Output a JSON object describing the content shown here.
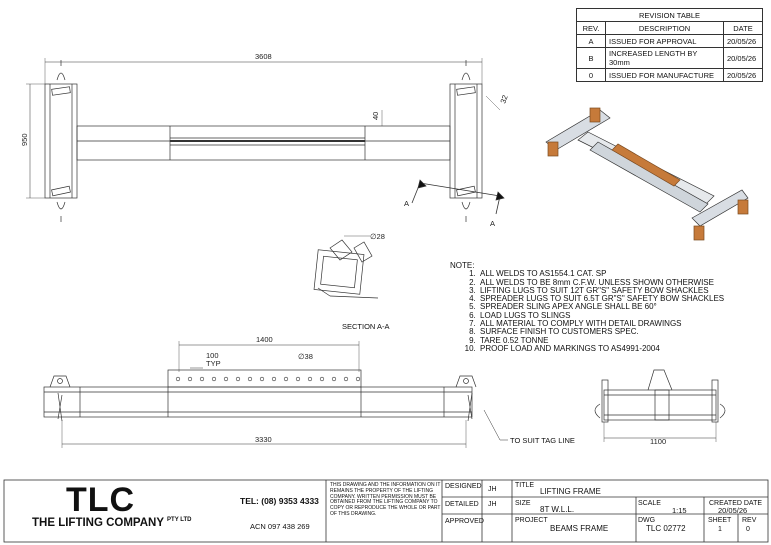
{
  "revision_table": {
    "title": "REVISION TABLE",
    "headers": [
      "REV.",
      "DESCRIPTION",
      "DATE"
    ],
    "rows": [
      {
        "rev": "A",
        "description": "ISSUED FOR APPROVAL",
        "date": "20/05/26"
      },
      {
        "rev": "B",
        "description": "INCREASED LENGTH BY 30mm",
        "date": "20/05/26"
      },
      {
        "rev": "0",
        "description": "ISSUED FOR MANUFACTURE",
        "date": "20/05/26"
      }
    ]
  },
  "dimensions": {
    "top_length": "3608",
    "top_height": "950",
    "beam_40": "40",
    "lug_32": "32",
    "section_a_left": "A",
    "section_a_right": "A",
    "detail_dia": "∅28",
    "side_1400": "1400",
    "side_100": "100",
    "side_typ": "TYP",
    "side_dia38": "∅38",
    "side_3330": "3330",
    "end_1100": "1100"
  },
  "labels": {
    "section": "SECTION A-A",
    "tag_line": "TO SUIT TAG LINE"
  },
  "notes": {
    "title": "NOTE:",
    "items": [
      "ALL WELDS TO AS1554.1 CAT. SP",
      "ALL WELDS TO BE 8mm C.F.W. UNLESS SHOWN OTHERWISE",
      "LIFTING LUGS TO SUIT 12T GR\"S\" SAFETY BOW SHACKLES",
      "SPREADER LUGS TO SUIT 6.5T GR\"S\" SAFETY BOW SHACKLES",
      "SPREADER SLING APEX ANGLE SHALL BE 60°",
      "LOAD LUGS TO SLINGS",
      "ALL MATERIAL TO COMPLY WITH DETAIL DRAWINGS",
      "SURFACE FINISH TO CUSTOMERS SPEC.",
      "TARE 0.52 TONNE",
      "PROOF LOAD AND MARKINGS TO AS4991-2004"
    ]
  },
  "title_block": {
    "logo": "TLC",
    "company": "THE LIFTING COMPANY",
    "company_suffix": "PTY LTD",
    "tel": "TEL: (08) 9353 4333",
    "acn": "ACN 097 438 269",
    "disclaimer": "THIS DRAWING AND THE INFORMATION ON IT REMAINS THE PROPERTY OF THE LIFTING COMPANY. WRITTEN PERMISSION MUST BE OBTAINED FROM THE LIFTING COMPANY TO COPY OR REPRODUCE THE WHOLE OR PART OF THIS DRAWING.",
    "designed_label": "DESIGNED",
    "designed_value": "JH",
    "detailed_label": "DETAILED",
    "detailed_value": "JH",
    "approved_label": "APPROVED",
    "title_label": "TITLE",
    "title_value": "LIFTING FRAME",
    "size_label": "SIZE",
    "size_value": "8T W.L.L.",
    "scale_label": "SCALE",
    "scale_value": "1:15",
    "created_label": "CREATED DATE",
    "created_value": "20/05/26",
    "project_label": "PROJECT",
    "project_value": "BEAMS FRAME",
    "dwg_label": "DWG",
    "dwg_value": "TLC 02772",
    "sheet_label": "SHEET",
    "sheet_value": "1",
    "rev_label": "REV",
    "rev_value": "0"
  },
  "colors": {
    "line": "#333333",
    "iso_frame": "#d8dde3",
    "iso_lug": "#c67a3a"
  }
}
